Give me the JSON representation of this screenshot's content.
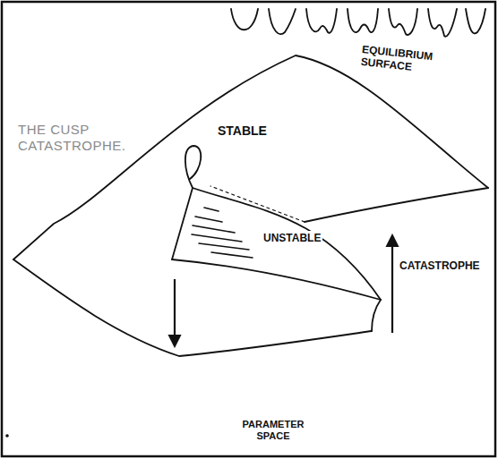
{
  "diagram": {
    "title": "THE CUSP CATASTROPHE.",
    "labels": [
      "EQUILIBRIUM SURFACE",
      "STABLE",
      "UNSTABLE",
      "CATASTROPHE",
      "PARAMETER SPACE"
    ]
  }
}
